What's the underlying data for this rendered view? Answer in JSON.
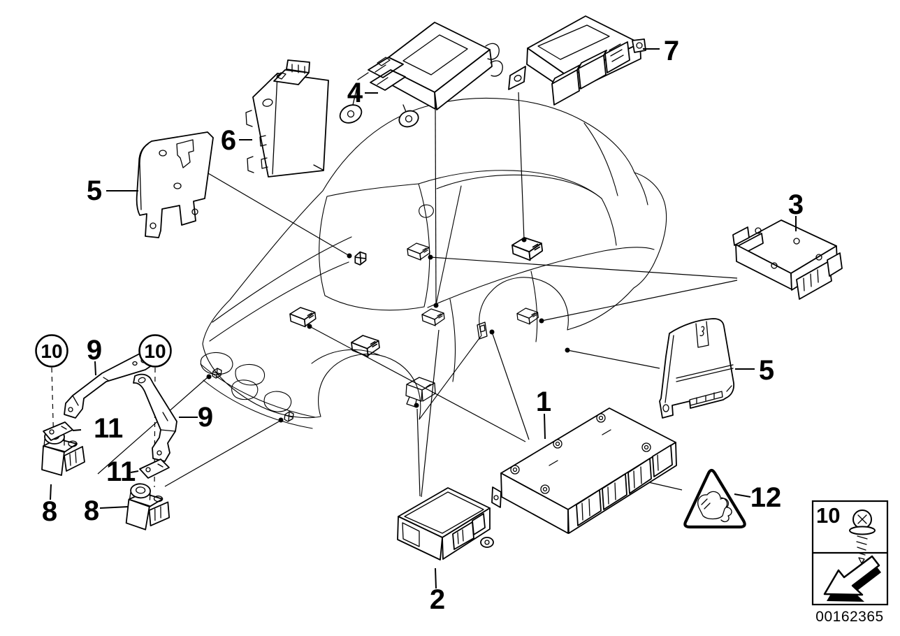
{
  "diagram": {
    "image_code": "00162365"
  },
  "callouts": {
    "n1": "1",
    "n2": "2",
    "n3": "3",
    "n4": "4",
    "n5": "5",
    "n6": "6",
    "n7": "7",
    "n8": "8",
    "n9": "9",
    "n10": "10",
    "n11": "11",
    "n12": "12"
  },
  "legend": {
    "screw_item_number": "10"
  }
}
